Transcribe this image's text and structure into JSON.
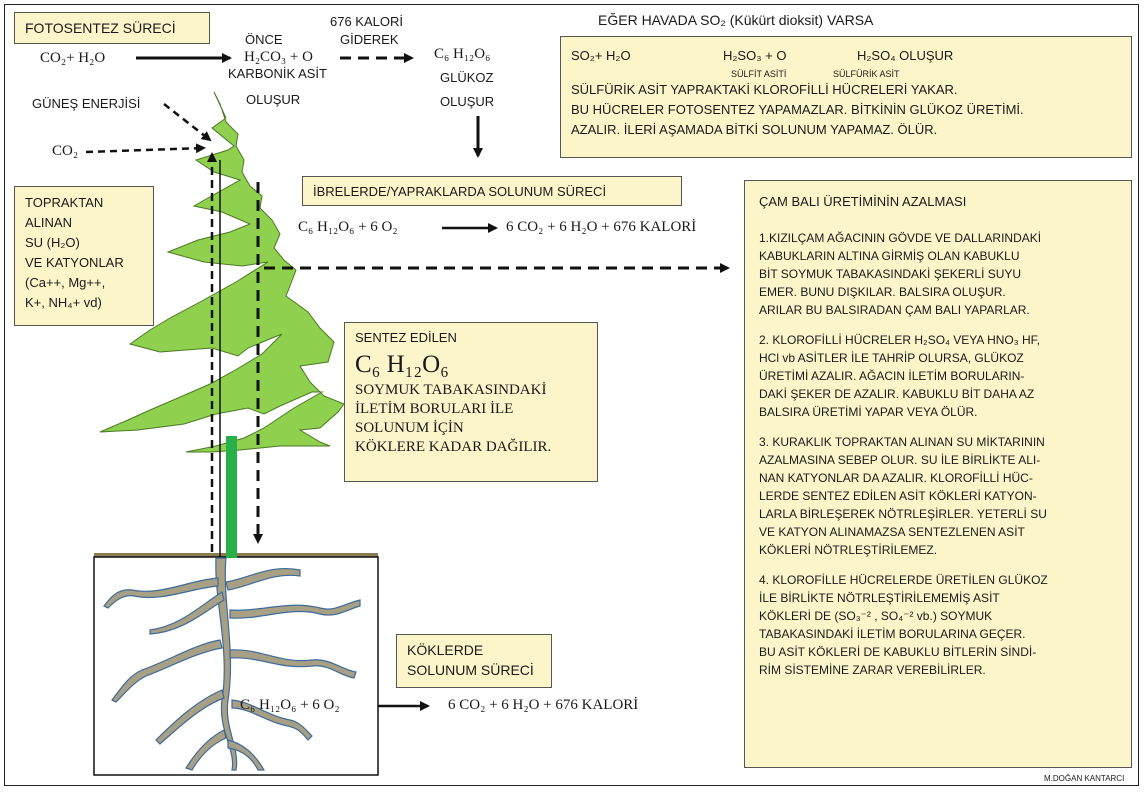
{
  "photosynthesis": {
    "title": "FOTOSENTEZ SÜRECİ",
    "reactants": "CO₂+ H₂O",
    "once": "ÖNCE",
    "intermediate": "H₂CO₃ + O",
    "carbonic": "KARBONİK ASİT",
    "forms1": "OLUŞUR",
    "calories": "676 KALORİ",
    "gone": "GİDEREK",
    "glucose_formula": "C₆ H₁₂O₆",
    "glucose": "GLÜKOZ",
    "forms2": "OLUŞUR",
    "sun": "GÜNEŞ ENERJİSİ",
    "co2": "CO₂"
  },
  "so2": {
    "heading": "EĞER HAVADA SO₂ (Kükürt dioksit) VARSA",
    "equation_left": "SO₂+ H₂O",
    "equation_mid": "H₂SO₃ + O",
    "equation_right": "H₂SO₄  OLUŞUR",
    "sulfite_label": "SÜLFİT ASİTİ",
    "sulfuric_label": "SÜLFÜRİK ASİT",
    "lines": [
      "SÜLFÜRİK ASİT  YAPRAKTAKİ KLOROFİLLİ HÜCRELERİ YAKAR.",
      "BU HÜCRELER FOTOSENTEZ YAPAMAZLAR.  BİTKİNİN GLÜKOZ ÜRETİMİ.",
      "AZALIR. İLERİ AŞAMADA BİTKİ SOLUNUM YAPAMAZ. ÖLÜR."
    ]
  },
  "needle_resp": {
    "title": "İBRELERDE/YAPRAKLARDA SOLUNUM SÜRECİ",
    "left": "C₆ H₁₂O₆ + 6 O₂",
    "right": "6 CO₂ + 6 H₂O + 676 KALORİ"
  },
  "soil": {
    "lines": [
      "TOPRAKTAN",
      "ALINAN",
      "SU (H₂O)",
      "VE KATYONLAR",
      "(Ca++, Mg++,",
      "K+, NH₄+ vd)"
    ]
  },
  "synth": {
    "title": "SENTEZ EDİLEN",
    "formula": "C₆ H₁₂O₆",
    "lines": [
      "SOYMUK TABAKASINDAKİ",
      "İLETİM BORULARI İLE",
      "SOLUNUM İÇİN",
      "KÖKLERE KADAR DAĞILIR."
    ]
  },
  "roots": {
    "title_lines": [
      "KÖKLERDE",
      "SOLUNUM SÜRECİ"
    ],
    "left": "C₆ H₁₂O₆ + 6 O₂",
    "right": "6 CO₂ + 6 H₂O + 676 KALORİ"
  },
  "honey": {
    "title": "ÇAM BALI ÜRETİMİNİN AZALMASI",
    "p1": [
      "1.KIZILÇAM AĞACININ GÖVDE VE DALLARINDAKİ",
      "   KABUKLARIN ALTINA GİRMİŞ OLAN KABUKLU",
      "   BİT  SOYMUK TABAKASINDAKİ ŞEKERLİ SUYU",
      "   EMER. BUNU DIŞKILAR. BALSIRA OLUŞUR.",
      "   ARILAR BU BALSIRADAN ÇAM BALI YAPARLAR."
    ],
    "p2": [
      "2. KLOROFİLLİ HÜCRELER H₂SO₄  VEYA HNO₃ HF,",
      "   HCl vb ASİTLER İLE TAHRİP OLURSA, GLÜKOZ",
      "   ÜRETİMİ AZALIR.  AĞACIN İLETİM BORULARIN-",
      "    DAKİ ŞEKER DE AZALIR. KABUKLU BİT DAHA AZ",
      "    BALSIRA  ÜRETİMİ YAPAR VEYA ÖLÜR."
    ],
    "p3": [
      "3. KURAKLIK TOPRAKTAN ALINAN SU MİKTARININ",
      "   AZALMASINA SEBEP OLUR. SU İLE BİRLİKTE ALI-",
      "   NAN KATYONLAR DA AZALIR. KLOROFİLLİ HÜC-",
      "   LERDE SENTEZ EDİLEN ASİT KÖKLERİ  KATYON-",
      "   LARLA  BİRLEŞEREK NÖTRLEŞİRLER. YETERLİ SU",
      "   VE KATYON ALINAMAZSA SENTEZLENEN ASİT",
      "    KÖKLERİ NÖTRLEŞTİRİLEMEZ."
    ],
    "p4": [
      "4. KLOROFİLLE HÜCRELERDE ÜRETİLEN GLÜKOZ",
      "    İLE BİRLİKTE NÖTRLEŞTİRİLEMEMİŞ ASİT",
      "    KÖKLERİ DE  (SO₃⁻² , SO₄⁻² vb.) SOYMUK",
      "    TABAKASINDAKİ  İLETİM BORULARINA GEÇER.",
      "    BU ASİT KÖKLERİ DE KABUKLU BİTLERİN SİNDİ-",
      "    RİM SİSTEMİNE ZARAR VEREBİLİRLER."
    ]
  },
  "author": "M.DOĞAN KANTARCI",
  "colors": {
    "box_fill": "#fbf5c9",
    "tree_green": "#8fd14f",
    "trunk_green": "#2ab04a",
    "root_fill": "#a7a085",
    "root_edge": "#3f6b9a",
    "ground": "#8a7d52"
  }
}
